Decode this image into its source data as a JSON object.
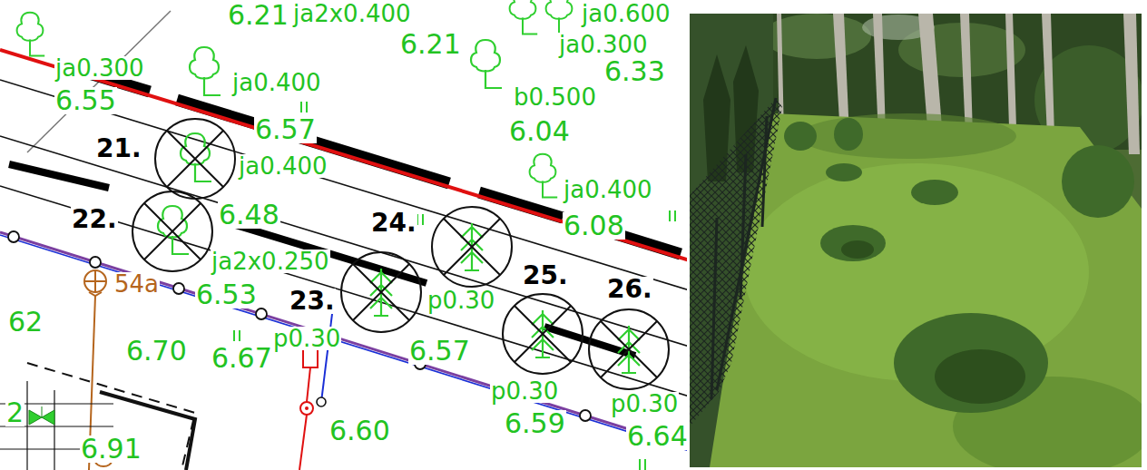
{
  "diagram": {
    "labels": [
      "6.21",
      "ja2x0.400",
      "6.21",
      "ja0.600",
      "ja0.300",
      "6.33",
      "ja0.300",
      "6.55",
      "ja0.400",
      "b0.500",
      "6.04",
      "21.",
      "6.57",
      "ja0.400",
      "ja0.400",
      "22.",
      "6.48",
      "6.08",
      "24.",
      "ja2x0.250",
      "25.",
      "26.",
      "6.53",
      "23.",
      "p0.30",
      "62",
      "54a",
      "p0.30",
      "6.70",
      "6.57",
      "6.67",
      "p0.30",
      "p0.30",
      "2",
      "6.60",
      "6.59",
      "6.64",
      "6.91"
    ]
  }
}
